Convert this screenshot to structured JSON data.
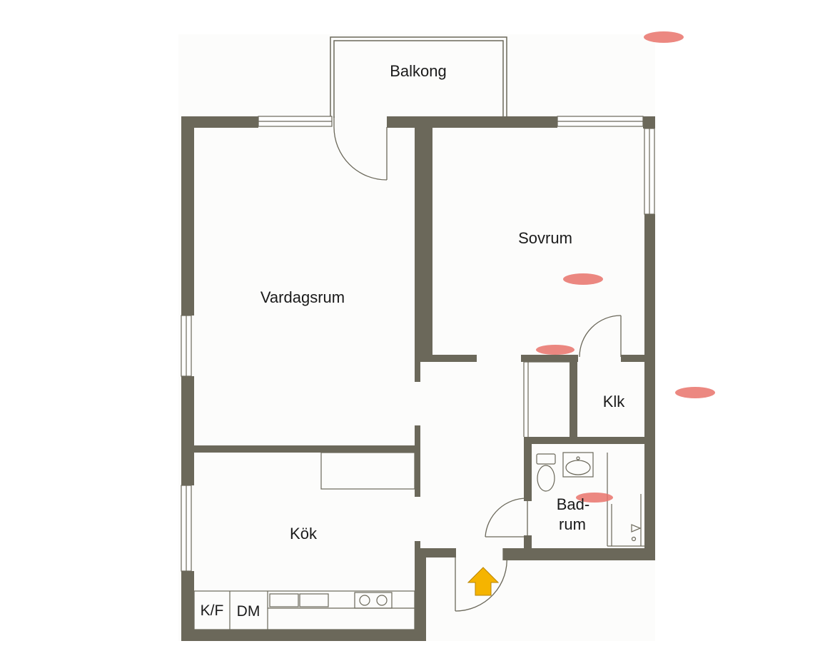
{
  "colors": {
    "wall": "#6b685a",
    "floor": "#fcfcfb",
    "line": "#6b685a",
    "entry_arrow": "#f5b400",
    "marker": "#e9736b"
  },
  "rooms": {
    "balcony": "Balkong",
    "bedroom": "Sovrum",
    "living_room": "Vardagsrum",
    "closet": "Klk",
    "bathroom_line1": "Bad-",
    "bathroom_line2": "rum",
    "kitchen": "Kök"
  },
  "appliances": {
    "fridge_freezer": "K/F",
    "dishwasher": "DM"
  },
  "icons": [
    "entry-arrow-icon",
    "toilet-icon",
    "sink-icon",
    "stove-icon"
  ]
}
